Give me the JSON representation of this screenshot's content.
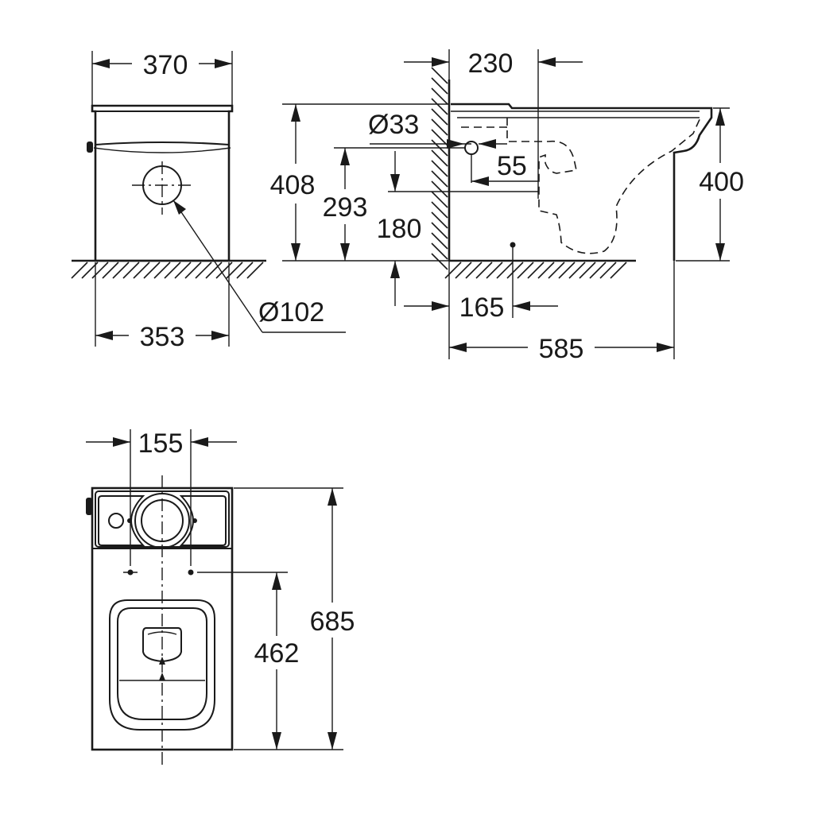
{
  "colors": {
    "line": "#1a1a1a",
    "background": "#ffffff"
  },
  "dimensions": {
    "front_width_top": "370",
    "front_width_bottom": "353",
    "outlet_diameter": "Ø102",
    "wall_offset": "230",
    "inlet_diameter": "Ø33",
    "inlet_offset": "55",
    "side_height_total": "408",
    "inlet_height": "293",
    "outlet_height": "180",
    "floor_outlet_distance": "165",
    "side_depth": "585",
    "seat_height": "400",
    "top_hole_spacing": "155",
    "top_depth": "685",
    "hole_to_front": "462"
  }
}
